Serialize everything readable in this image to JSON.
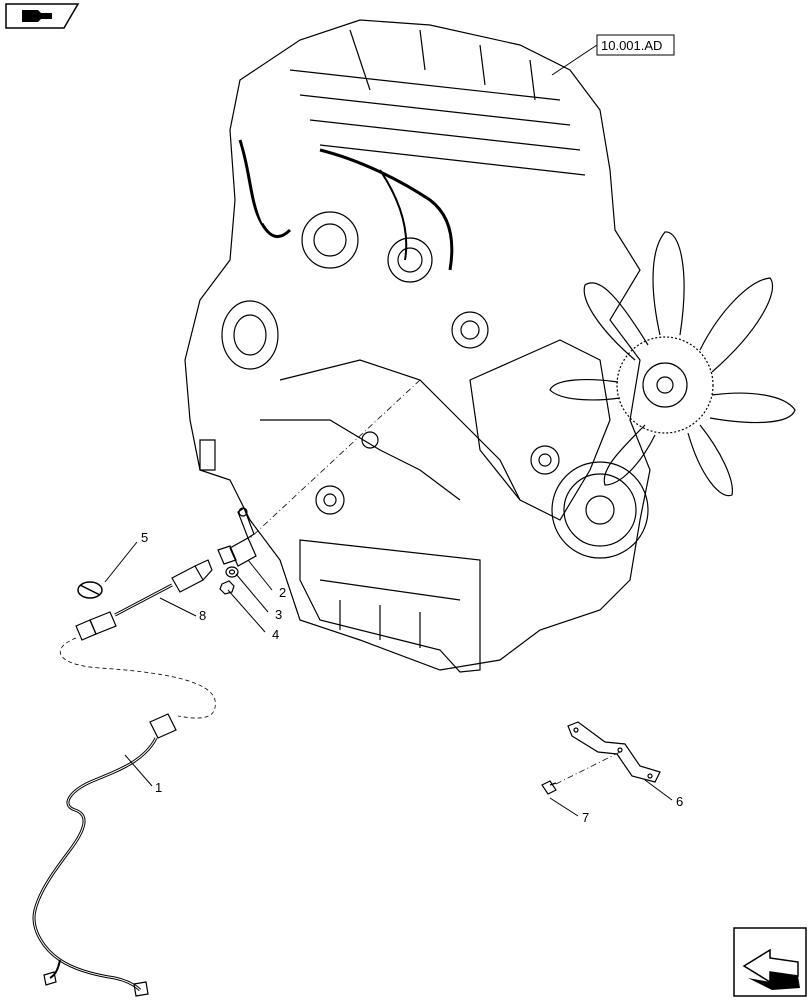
{
  "reference_label": "10.001.AD",
  "callouts": [
    {
      "id": "1",
      "label": "1"
    },
    {
      "id": "2",
      "label": "2"
    },
    {
      "id": "3",
      "label": "3"
    },
    {
      "id": "4",
      "label": "4"
    },
    {
      "id": "5",
      "label": "5"
    },
    {
      "id": "6",
      "label": "6"
    },
    {
      "id": "7",
      "label": "7"
    },
    {
      "id": "8",
      "label": "8"
    }
  ],
  "icons": {
    "top_left": "book-arrow-icon",
    "bottom_right": "next-page-arrow-icon"
  }
}
